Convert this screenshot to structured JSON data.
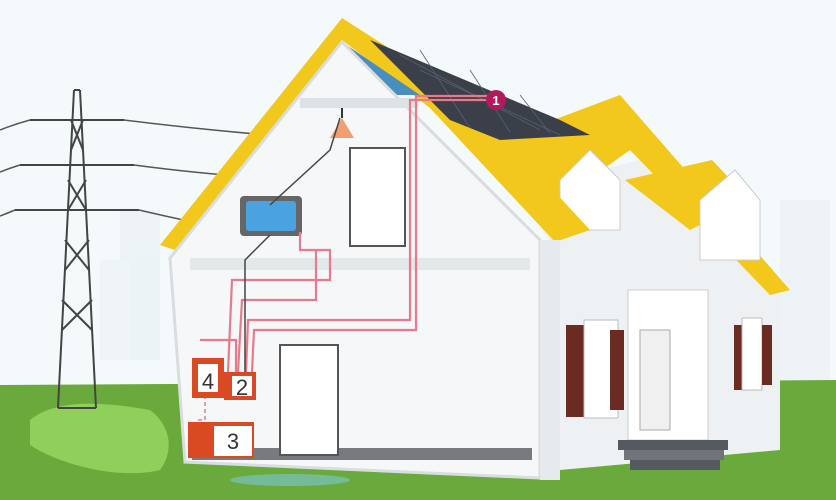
{
  "labels": {
    "solar_panel": "1",
    "inverter": "2",
    "battery": "3",
    "meter": "4"
  },
  "colors": {
    "sky": "#f4f9fb",
    "grass": "#6aaa3c",
    "grass_light": "#8fd05a",
    "roof": "#f2c81d",
    "roof_dark": "#e0ac10",
    "panel": "#3a3f4a",
    "wall": "#f6f7f8",
    "wire": "#e87a8c",
    "box": "#d94a22",
    "tv_screen": "#4aa3e0",
    "badge": "#b3195d",
    "shutter": "#6b2a22",
    "pylon": "#444444"
  }
}
